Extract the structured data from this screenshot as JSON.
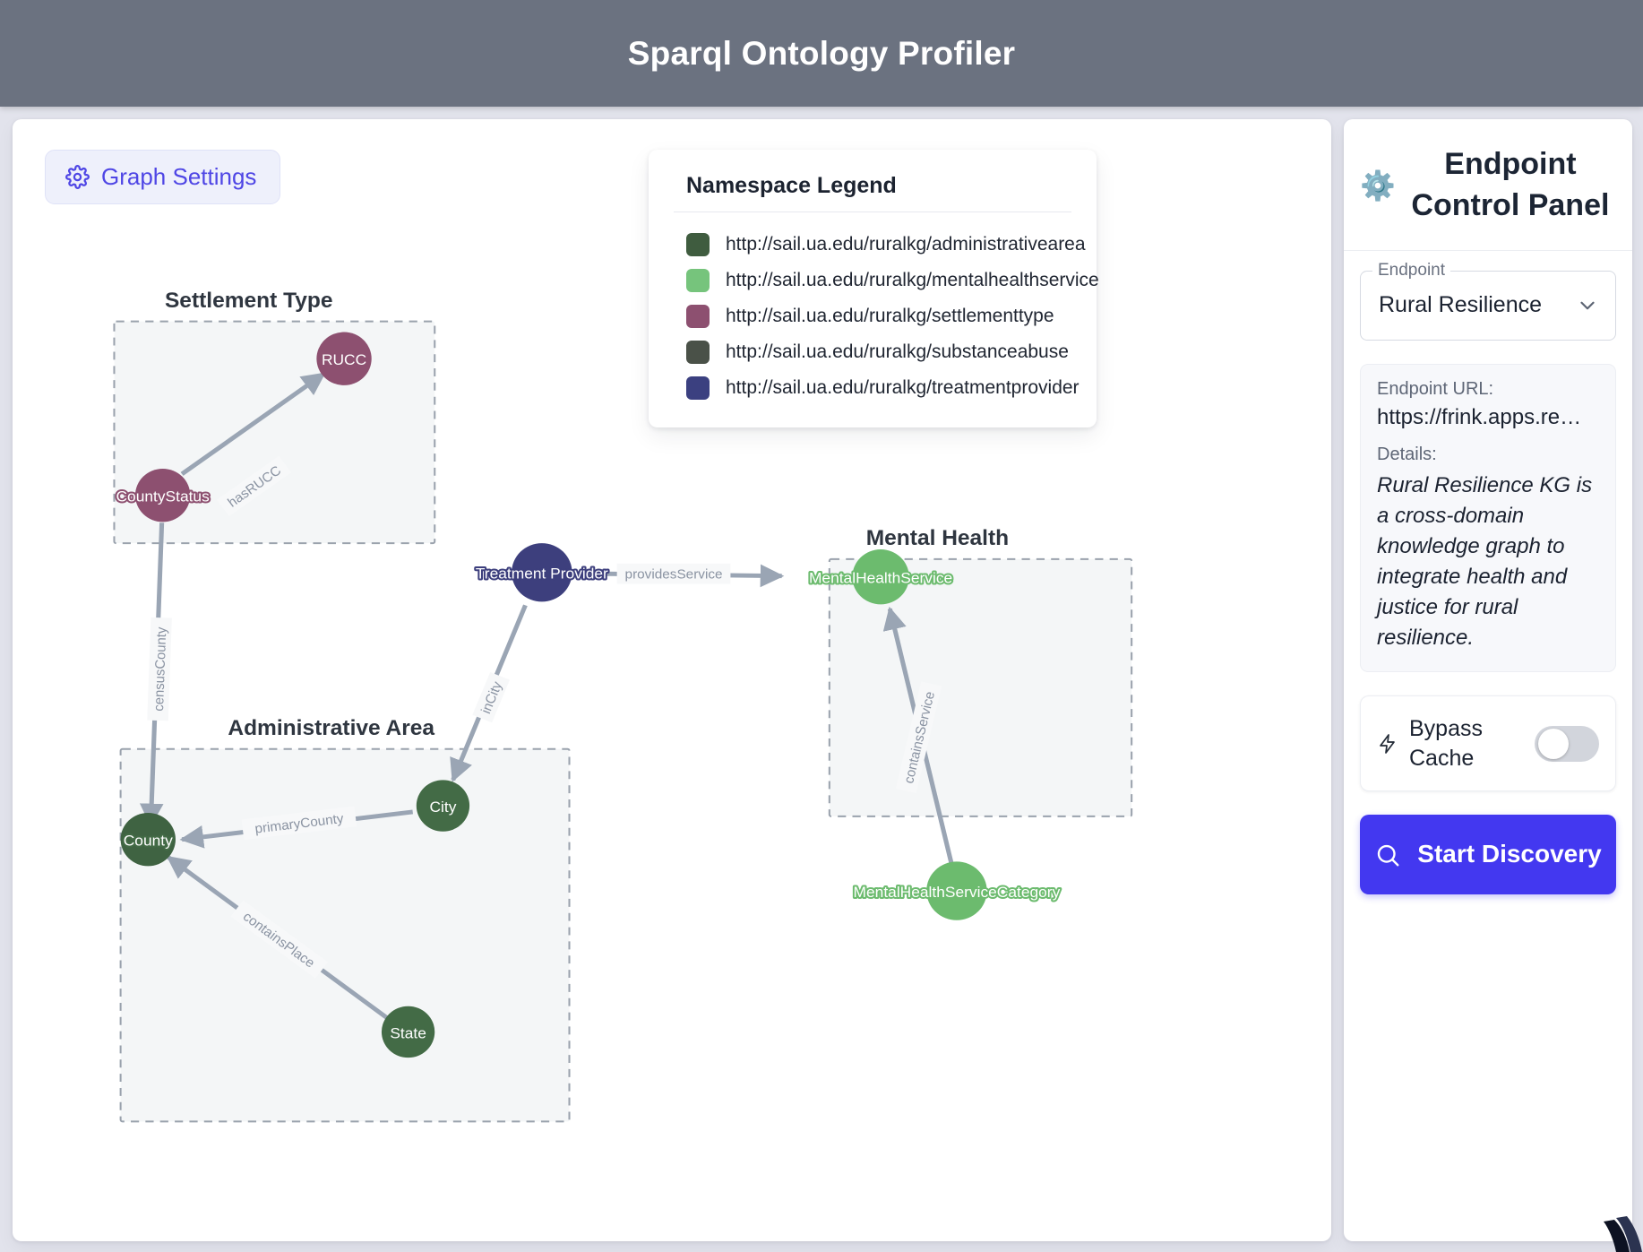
{
  "header": {
    "title": "Sparql Ontology Profiler"
  },
  "graph_panel": {
    "settings_button": "Graph Settings",
    "settings_icon": "gear-icon"
  },
  "legend": {
    "title": "Namespace Legend",
    "items": [
      {
        "color": "#3f5c3f",
        "label": "http://sail.ua.edu/ruralkg/administrativearea"
      },
      {
        "color": "#76c47c",
        "label": "http://sail.ua.edu/ruralkg/mentalhealthservice"
      },
      {
        "color": "#8d5070",
        "label": "http://sail.ua.edu/ruralkg/settlementtype"
      },
      {
        "color": "#4a5148",
        "label": "http://sail.ua.edu/ruralkg/substanceabuse"
      },
      {
        "color": "#3b4080",
        "label": "http://sail.ua.edu/ruralkg/treatmentprovider"
      }
    ]
  },
  "graph": {
    "clusters": [
      {
        "id": "settlement",
        "title": "Settlement Type"
      },
      {
        "id": "administrative",
        "title": "Administrative Area"
      },
      {
        "id": "mental",
        "title": "Mental Health"
      }
    ],
    "nodes": [
      {
        "id": "rucc",
        "label": "RUCC",
        "color": "#8d5070"
      },
      {
        "id": "cstatus",
        "label": "CountyStatus",
        "color": "#8d5070"
      },
      {
        "id": "tprov",
        "label": "Treatment Provider",
        "color": "#3d3f7d"
      },
      {
        "id": "mhs",
        "label": "MentalHealthService",
        "color": "#6cbb6e"
      },
      {
        "id": "mhsc",
        "label": "MentalHealthServiceCategory",
        "color": "#6cbb6e"
      },
      {
        "id": "city",
        "label": "City",
        "color": "#436b46"
      },
      {
        "id": "county",
        "label": "County",
        "color": "#3f6342"
      },
      {
        "id": "state",
        "label": "State",
        "color": "#436b46"
      }
    ],
    "edges": [
      {
        "id": "e1",
        "label": "hasRUCC",
        "from": "cstatus",
        "to": "rucc"
      },
      {
        "id": "e2",
        "label": "censusCounty",
        "from": "cstatus",
        "to": "county"
      },
      {
        "id": "e3",
        "label": "providesService",
        "from": "tprov",
        "to": "mhs"
      },
      {
        "id": "e4",
        "label": "inCity",
        "from": "tprov",
        "to": "city"
      },
      {
        "id": "e5",
        "label": "containsService",
        "from": "mhsc",
        "to": "mhs"
      },
      {
        "id": "e6",
        "label": "primaryCounty",
        "from": "city",
        "to": "county"
      },
      {
        "id": "e7",
        "label": "containsPlace",
        "from": "state",
        "to": "county"
      }
    ]
  },
  "control_panel": {
    "title": "Endpoint Control Panel",
    "title_icon": "gear-icon",
    "endpoint_field_label": "Endpoint",
    "endpoint_value": "Rural Resilience",
    "endpoint_url_label": "Endpoint URL:",
    "endpoint_url_value": "https://frink.apps.re…",
    "details_label": "Details:",
    "details_text": "Rural Resilience KG is a cross-domain knowledge graph to integrate health and justice for rural resilience.",
    "bypass_cache_label": "Bypass Cache",
    "bypass_cache_on": false,
    "start_button_label": "Start Discovery",
    "start_button_icon": "search-icon",
    "accent_color": "#4338f0"
  }
}
